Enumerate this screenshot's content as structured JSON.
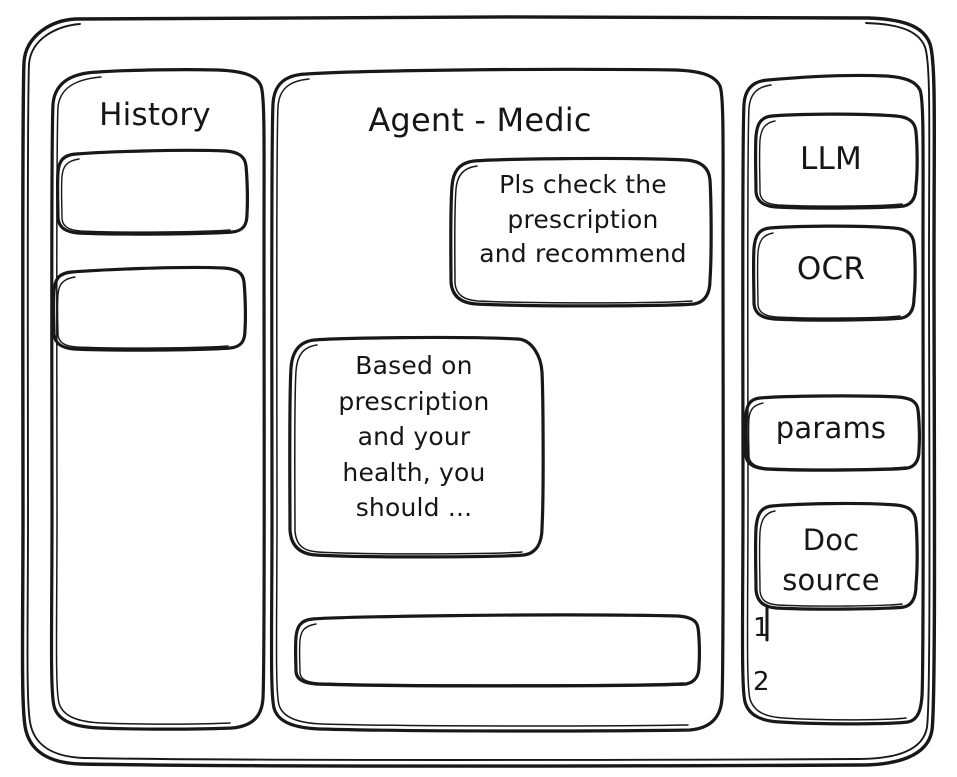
{
  "window": {
    "name": "agent-medic-wireframe",
    "stroke_color": "#181818",
    "background_color": "#ffffff"
  },
  "sidebar_left": {
    "title": "History",
    "items": [
      {
        "label": ""
      },
      {
        "label": ""
      }
    ]
  },
  "main": {
    "title": "Agent - Medic",
    "messages": [
      {
        "role": "user",
        "text": "Pls check the\nprescription\nand recommend"
      },
      {
        "role": "agent",
        "text": "Based on\nprescription\nand your\nhealth, you\nshould ..."
      }
    ],
    "composer": {
      "value": "",
      "placeholder": ""
    }
  },
  "sidebar_right": {
    "tools": [
      {
        "label": "LLM"
      },
      {
        "label": "OCR"
      }
    ],
    "params": {
      "label": "params"
    },
    "doc_source": {
      "label": "Doc\nsource"
    },
    "sources": [
      {
        "label": "1"
      },
      {
        "label": "2"
      }
    ]
  }
}
